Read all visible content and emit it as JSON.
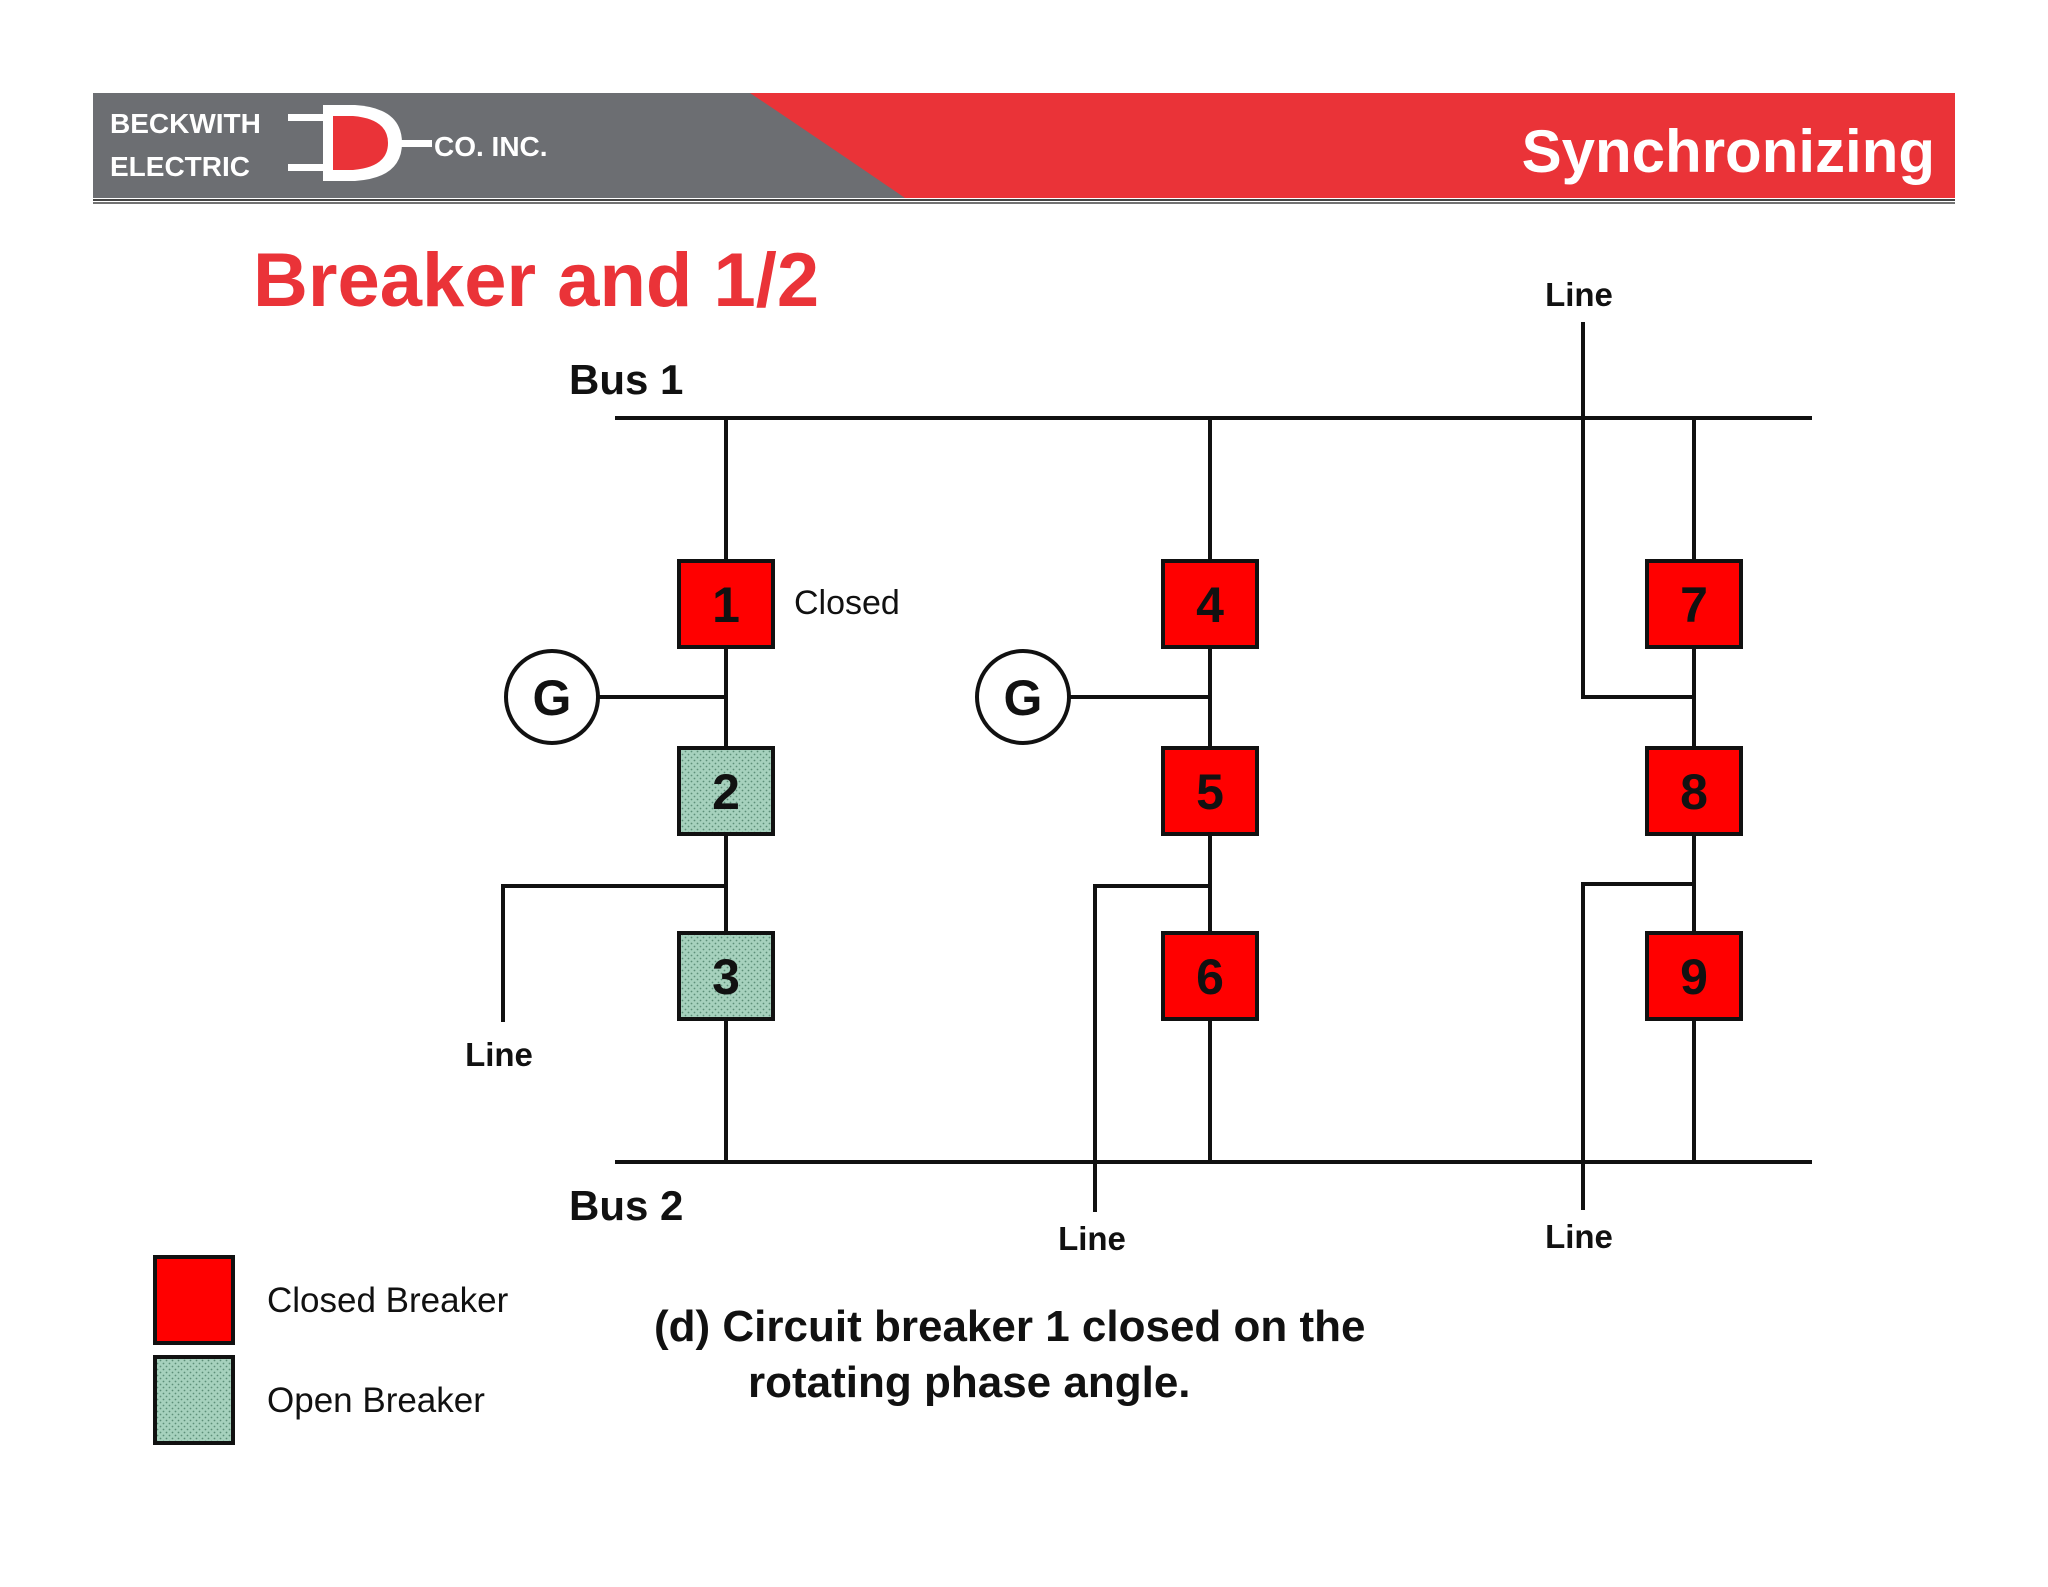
{
  "header": {
    "logo": {
      "line1": "BECKWITH",
      "line2": "ELECTRIC",
      "suffix": "CO. INC."
    },
    "section_title": "Synchronizing",
    "colors": {
      "gray": "#6c6e72",
      "red": "#ea3338"
    }
  },
  "title": "Breaker and 1/2",
  "diagram": {
    "bus1_label": "Bus 1",
    "bus2_label": "Bus 2",
    "generator_label": "G",
    "line_label": "Line",
    "closed_annotation": "Closed",
    "breakers": [
      {
        "id": "1",
        "label": "1",
        "state": "closed"
      },
      {
        "id": "2",
        "label": "2",
        "state": "open"
      },
      {
        "id": "3",
        "label": "3",
        "state": "open"
      },
      {
        "id": "4",
        "label": "4",
        "state": "closed"
      },
      {
        "id": "5",
        "label": "5",
        "state": "closed"
      },
      {
        "id": "6",
        "label": "6",
        "state": "closed"
      },
      {
        "id": "7",
        "label": "7",
        "state": "closed"
      },
      {
        "id": "8",
        "label": "8",
        "state": "closed"
      },
      {
        "id": "9",
        "label": "9",
        "state": "closed"
      }
    ],
    "colors": {
      "closed": "#ff0000",
      "open": "#a6d1bd",
      "line": "#111111"
    }
  },
  "legend": {
    "closed_label": "Closed Breaker",
    "open_label": "Open Breaker"
  },
  "caption": {
    "line1": "(d) Circuit breaker 1 closed on the",
    "line2": "rotating phase angle."
  }
}
